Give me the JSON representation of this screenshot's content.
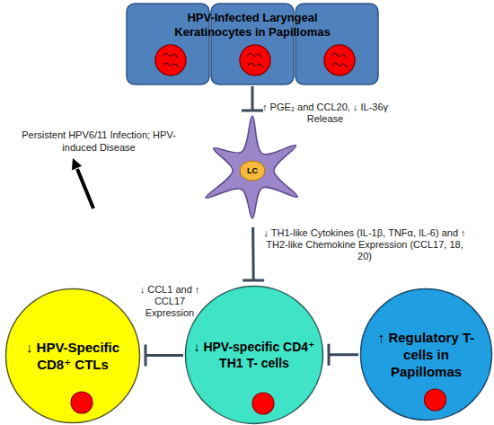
{
  "diagram": {
    "nodes": [
      {
        "text": [
          "HPV-Infected Laryngeal Keratinocytes in Papillomas"
        ]
      },
      {
        "text": [
          "LC"
        ]
      },
      {
        "text": [
          "↓ HPV-Specific CD8⁺ CTLs"
        ]
      },
      {
        "text": [
          "↓ HPV-specific CD4⁺ TH1 T- cells"
        ]
      },
      {
        "text": [
          "↑ Regulatory T-cells in Papillomas"
        ]
      }
    ],
    "edges": [
      {
        "from": 0,
        "to": 1,
        "arrow": "to",
        "label": "↑ PGE₂ and CCL20, ↓ IL-36γ Release"
      },
      {
        "from": 1,
        "to": 3,
        "arrow": "to",
        "label": "↓ TH1-like Cytokines (IL-1β, TNFα, IL-6) and ↑ TH2-like Chemokine Expression (CCL17, 18, 20)"
      },
      {
        "from": 3,
        "to": 2,
        "arrow": "to",
        "label": "↓ CCL1 and ↑ CCL17 Expression"
      },
      {
        "from": 4,
        "to": 3,
        "arrow": "to"
      }
    ],
    "labels": [
      "Persistent HPV6/11 Infection; HPV-induced Disease"
    ]
  }
}
